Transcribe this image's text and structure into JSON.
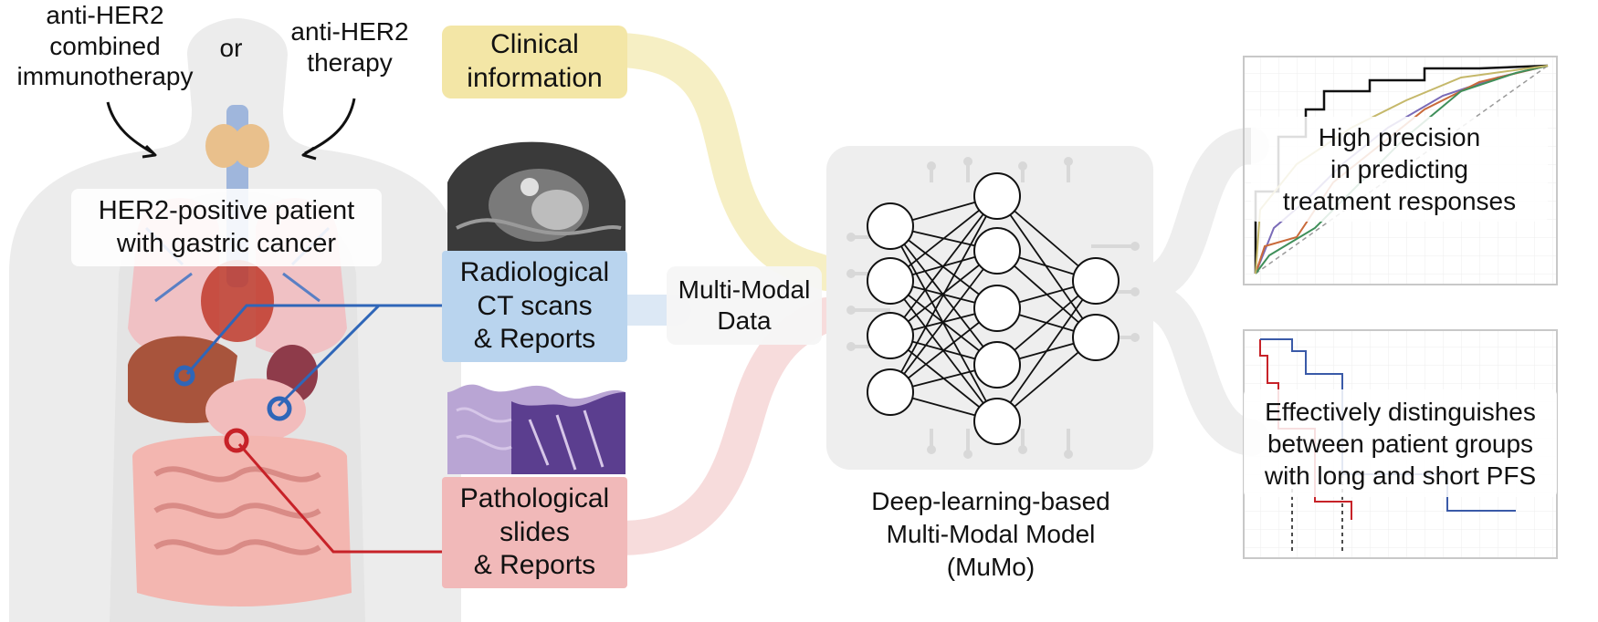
{
  "therapy": {
    "combined_lines": [
      "anti-HER2",
      "combined",
      "immunotherapy"
    ],
    "or_label": "or",
    "single_lines": [
      "anti-HER2",
      "therapy"
    ]
  },
  "patient": {
    "lines": [
      "HER2-positive patient",
      "with gastric cancer"
    ]
  },
  "modalities": {
    "clinical": [
      "Clinical",
      "information"
    ],
    "radiological": [
      "Radiological",
      "CT scans",
      "& Reports"
    ],
    "pathological": [
      "Pathological",
      "slides",
      "& Reports"
    ]
  },
  "multimodal": {
    "lines": [
      "Multi-Modal",
      "Data"
    ]
  },
  "model": {
    "lines": [
      "Deep-learning-based",
      "Multi-Modal Model",
      "(MuMo)"
    ]
  },
  "outputs": {
    "precision": [
      "High precision",
      "in predicting",
      "treatment responses"
    ],
    "pfs": [
      "Effectively distinguishes",
      "between patient groups",
      "with long and short PFS"
    ]
  },
  "colors": {
    "clinical": "#f3e6a6",
    "radiological": "#b9d4ee",
    "pathological": "#f1b9b9",
    "link_blue": "#2f66b8",
    "link_red": "#c72228"
  }
}
